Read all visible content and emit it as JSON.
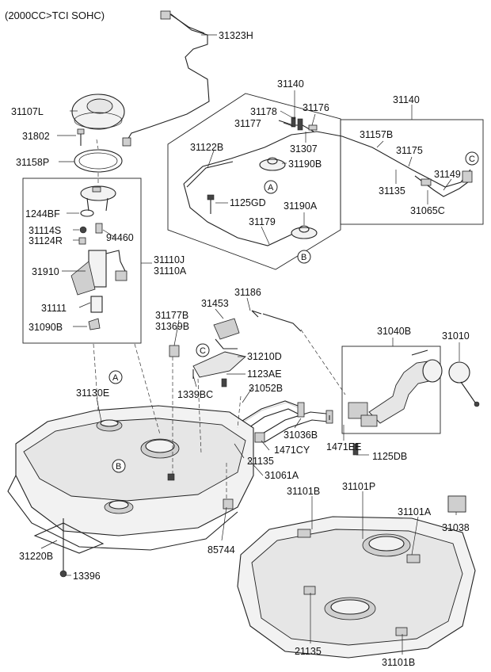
{
  "header": {
    "title": "(2000CC>TCI SOHC)"
  },
  "parts": [
    {
      "id": "p31323H",
      "num": "31323H"
    },
    {
      "id": "p31107L",
      "num": "31107L"
    },
    {
      "id": "p31802",
      "num": "31802"
    },
    {
      "id": "p31158P",
      "num": "31158P"
    },
    {
      "id": "p1244BF",
      "num": "1244BF"
    },
    {
      "id": "p31114S",
      "num": "31114S"
    },
    {
      "id": "p31124R",
      "num": "31124R"
    },
    {
      "id": "p94460",
      "num": "94460"
    },
    {
      "id": "p31910",
      "num": "31910"
    },
    {
      "id": "p31110J",
      "num": "31110J"
    },
    {
      "id": "p31110A",
      "num": "31110A"
    },
    {
      "id": "p31111",
      "num": "31111"
    },
    {
      "id": "p31090B",
      "num": "31090B"
    },
    {
      "id": "p31140a",
      "num": "31140"
    },
    {
      "id": "p31178",
      "num": "31178"
    },
    {
      "id": "p31176",
      "num": "31176"
    },
    {
      "id": "p31177",
      "num": "31177"
    },
    {
      "id": "p31307",
      "num": "31307"
    },
    {
      "id": "p31122B",
      "num": "31122B"
    },
    {
      "id": "p31190B",
      "num": "31190B"
    },
    {
      "id": "p1125GD",
      "num": "1125GD"
    },
    {
      "id": "p31190A",
      "num": "31190A"
    },
    {
      "id": "p31179",
      "num": "31179"
    },
    {
      "id": "p31140b",
      "num": "31140"
    },
    {
      "id": "p31157B",
      "num": "31157B"
    },
    {
      "id": "p31175",
      "num": "31175"
    },
    {
      "id": "p31149",
      "num": "31149"
    },
    {
      "id": "p31135",
      "num": "31135"
    },
    {
      "id": "p31065C",
      "num": "31065C"
    },
    {
      "id": "p31186",
      "num": "31186"
    },
    {
      "id": "p31453",
      "num": "31453"
    },
    {
      "id": "p31177B",
      "num": "31177B"
    },
    {
      "id": "p31369B",
      "num": "31369B"
    },
    {
      "id": "p31210D",
      "num": "31210D"
    },
    {
      "id": "p1123AE",
      "num": "1123AE"
    },
    {
      "id": "p1339BC",
      "num": "1339BC"
    },
    {
      "id": "p31052B",
      "num": "31052B"
    },
    {
      "id": "p31040B",
      "num": "31040B"
    },
    {
      "id": "p31010",
      "num": "31010"
    },
    {
      "id": "p31130E",
      "num": "31130E"
    },
    {
      "id": "p31036B",
      "num": "31036B"
    },
    {
      "id": "p1471CY",
      "num": "1471CY"
    },
    {
      "id": "p1471EE",
      "num": "1471EE"
    },
    {
      "id": "p21135a",
      "num": "21135"
    },
    {
      "id": "p1125DB",
      "num": "1125DB"
    },
    {
      "id": "p31061A",
      "num": "31061A"
    },
    {
      "id": "p31101B",
      "num": "31101B"
    },
    {
      "id": "p31101P",
      "num": "31101P"
    },
    {
      "id": "p31101A",
      "num": "31101A"
    },
    {
      "id": "p31038",
      "num": "31038"
    },
    {
      "id": "p31220B",
      "num": "31220B"
    },
    {
      "id": "p85744",
      "num": "85744"
    },
    {
      "id": "p13396",
      "num": "13396"
    },
    {
      "id": "p21135b",
      "num": "21135"
    },
    {
      "id": "p31101Bb",
      "num": "31101B"
    }
  ],
  "refs": [
    {
      "id": "A1",
      "letter": "A"
    },
    {
      "id": "B1",
      "letter": "B"
    },
    {
      "id": "C1",
      "letter": "C"
    },
    {
      "id": "C2",
      "letter": "C"
    },
    {
      "id": "A2",
      "letter": "A"
    },
    {
      "id": "B2",
      "letter": "B"
    }
  ]
}
